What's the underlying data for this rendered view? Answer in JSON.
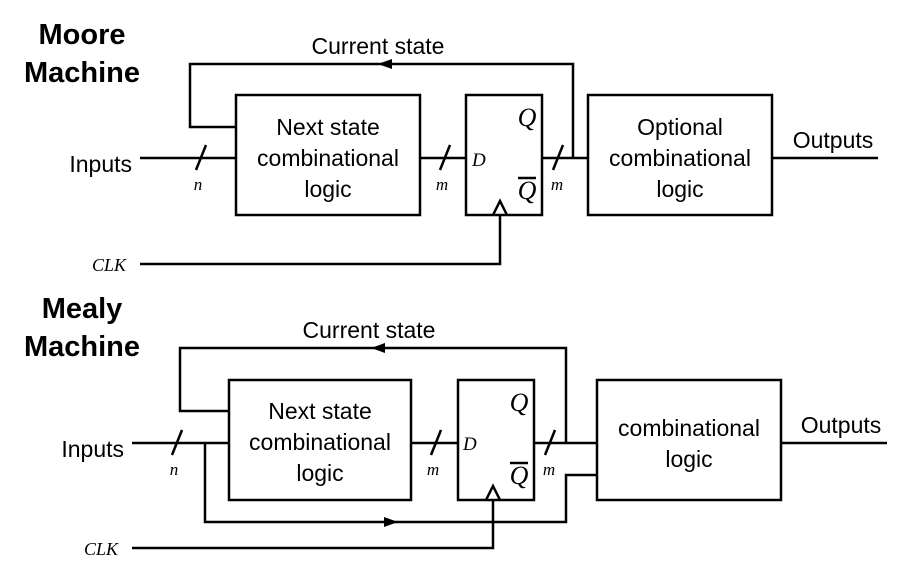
{
  "moore": {
    "title_line1": "Moore",
    "title_line2": "Machine",
    "feedback_label": "Current state",
    "inputs_label": "Inputs",
    "input_bus_width": "n",
    "next_state_block": [
      "Next state",
      "combinational",
      "logic"
    ],
    "state_bus_width": "m",
    "flipflop": {
      "d_label": "D",
      "q_label": "Q",
      "qbar_label": "Q"
    },
    "output_bus_width": "m",
    "output_block": [
      "Optional",
      "combinational",
      "logic"
    ],
    "outputs_label": "Outputs",
    "clock_label": "CLK"
  },
  "mealy": {
    "title_line1": "Mealy",
    "title_line2": "Machine",
    "feedback_label": "Current state",
    "inputs_label": "Inputs",
    "input_bus_width": "n",
    "next_state_block": [
      "Next state",
      "combinational",
      "logic"
    ],
    "state_bus_width": "m",
    "flipflop": {
      "d_label": "D",
      "q_label": "Q",
      "qbar_label": "Q"
    },
    "output_bus_width": "m",
    "output_block": [
      "combinational",
      "logic"
    ],
    "outputs_label": "Outputs",
    "clock_label": "CLK"
  }
}
